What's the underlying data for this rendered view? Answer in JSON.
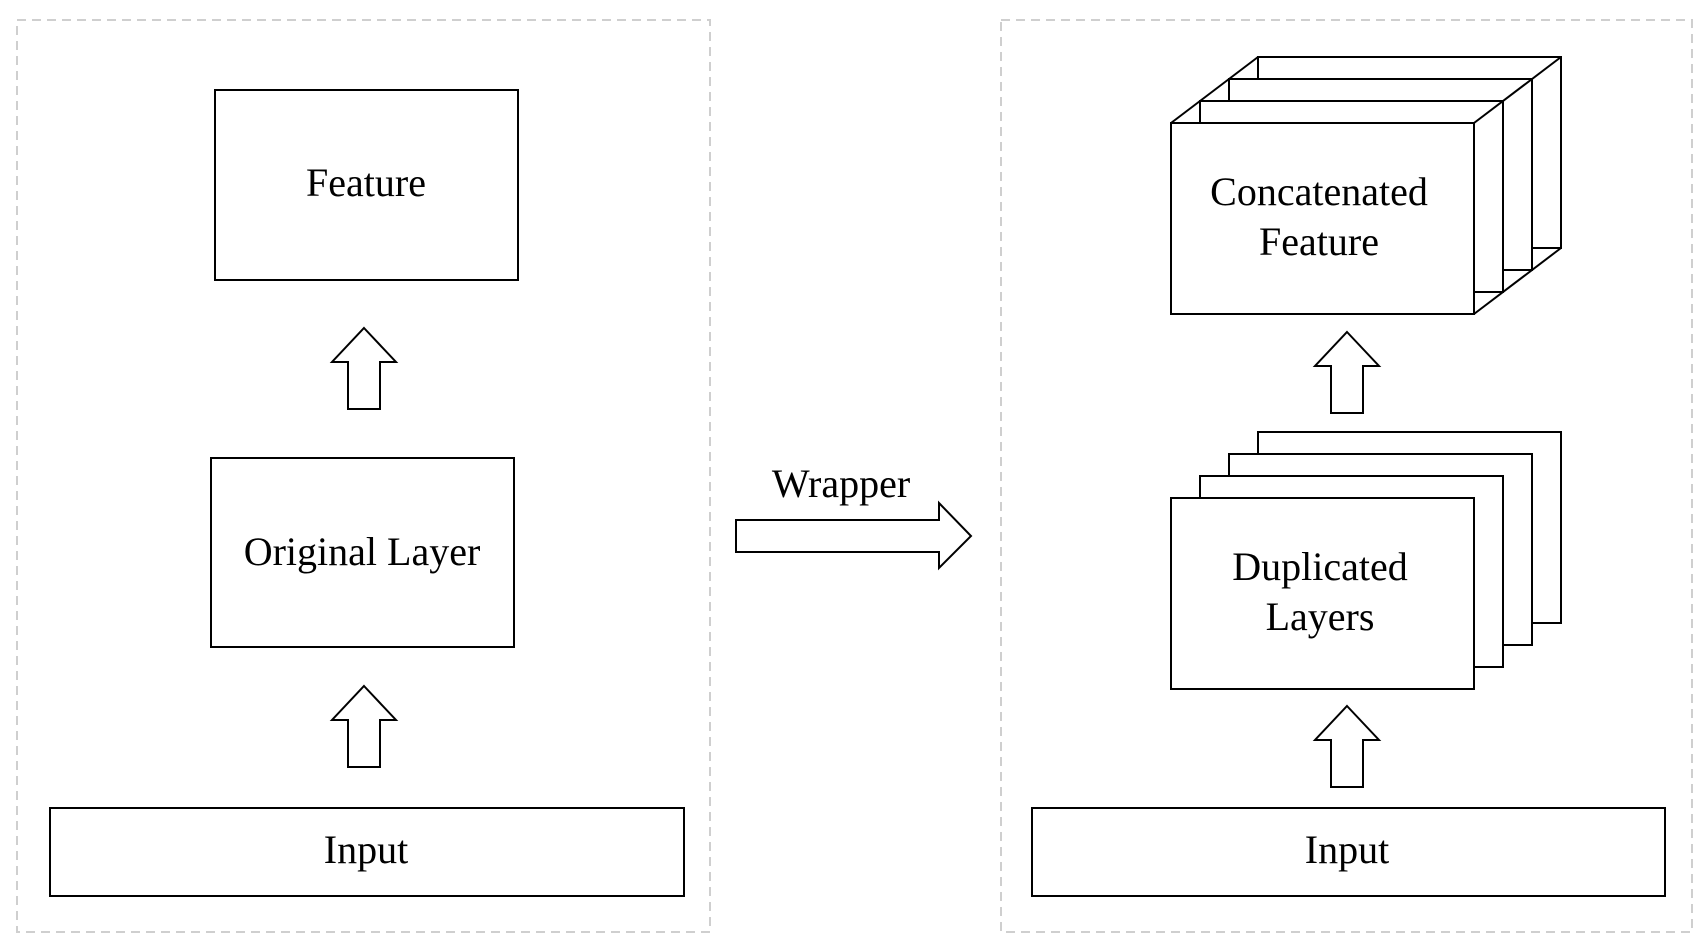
{
  "left_panel": {
    "feature_label": "Feature",
    "layer_label": "Original Layer",
    "input_label": "Input"
  },
  "wrapper_label": "Wrapper",
  "right_panel": {
    "feature_label_line1": "Concatenated",
    "feature_label_line2": "Feature",
    "layers_label_line1": "Duplicated",
    "layers_label_line2": "Layers",
    "input_label": "Input"
  },
  "colors": {
    "stroke": "#000000",
    "panel_border": "#cfcfcf",
    "background": "#ffffff"
  }
}
